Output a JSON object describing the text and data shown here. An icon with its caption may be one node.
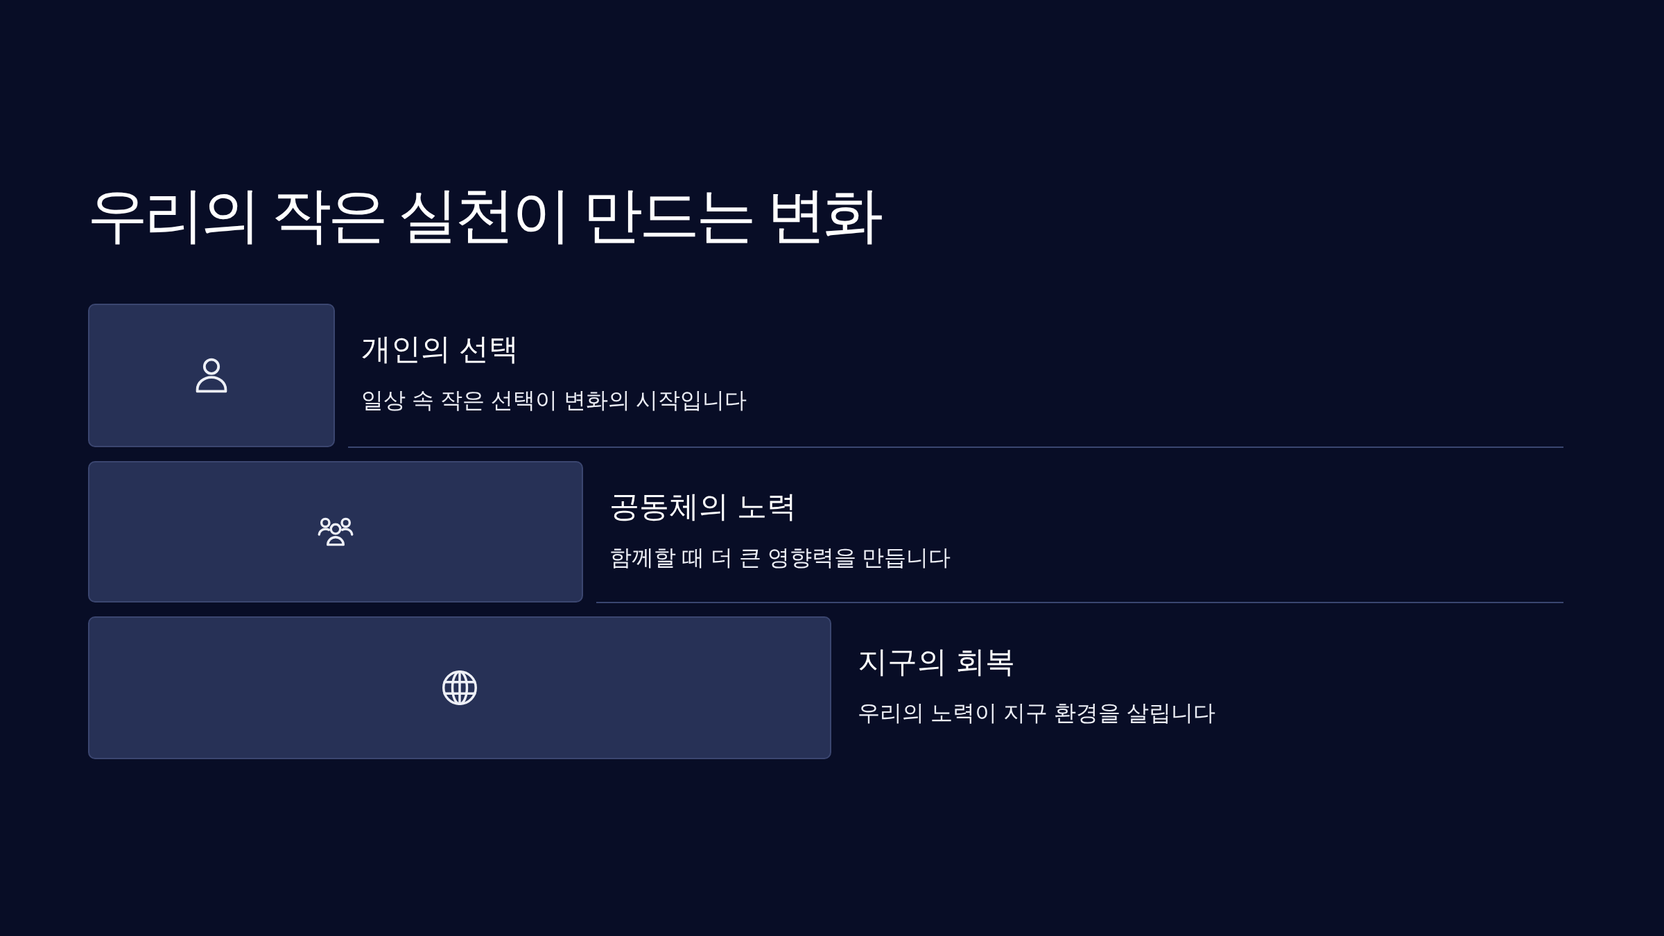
{
  "diagram": {
    "title": "우리의 작은 실천이 만드는 변화",
    "nodes": [
      {
        "text": [
          "개인의 선택",
          "일상 속 작은 선택이 변화의 시작입니다"
        ]
      },
      {
        "text": [
          "공동체의 노력",
          "함께할 때 더 큰 영향력을 만듭니다"
        ]
      },
      {
        "text": [
          "지구의 회복",
          "우리의 노력이 지구 환경을 살립니다"
        ]
      }
    ]
  }
}
